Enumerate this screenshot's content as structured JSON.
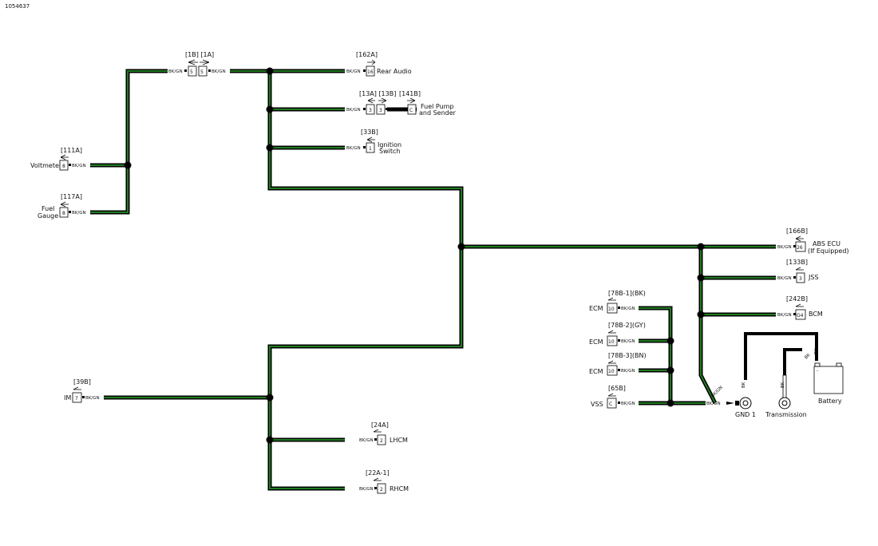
{
  "figure_id": "1054637",
  "wire_color": "BK/GN",
  "ground_wire_color": "BK",
  "colors": {
    "wire_outer": "#000000",
    "wire_inner": "#1f7a1f"
  },
  "connectors": {
    "c1b1a": {
      "ref": "[1B] [1A]",
      "pin_left": "5",
      "pin_right": "5"
    },
    "c162a": {
      "ref": "[162A]",
      "pin": "16",
      "name": "Rear Audio"
    },
    "c13": {
      "ref": "[13A] [13B]",
      "pin_left": "3",
      "pin_right": "3"
    },
    "c141b": {
      "ref": "[141B]",
      "pin": "C",
      "name_line1": "Fuel Pump",
      "name_line2": "and Sender"
    },
    "c33b": {
      "ref": "[33B]",
      "pin": "1",
      "name_line1": "Ignition",
      "name_line2": "Switch"
    },
    "c111a": {
      "ref": "[111A]",
      "pin": "8",
      "name": "Voltmeter"
    },
    "c117a": {
      "ref": "[117A]",
      "pin": "8",
      "name_line1": "Fuel",
      "name_line2": "Gauge"
    },
    "c166b": {
      "ref": "[166B]",
      "pin": "26",
      "name_line1": "ABS ECU",
      "name_line2": "(If Equipped)"
    },
    "c133b": {
      "ref": "[133B]",
      "pin": "3",
      "name": "JSS"
    },
    "c242b": {
      "ref": "[242B]",
      "pin": "G4",
      "name": "BCM"
    },
    "c78b1": {
      "ref": "[78B-1](BK)",
      "pin": "10",
      "name": "ECM"
    },
    "c78b2": {
      "ref": "[78B-2](GY)",
      "pin": "10",
      "name": "ECM"
    },
    "c78b3": {
      "ref": "[78B-3](BN)",
      "pin": "10",
      "name": "ECM"
    },
    "c65b": {
      "ref": "[65B]",
      "pin": "C",
      "name": "VSS"
    },
    "c39b": {
      "ref": "[39B]",
      "pin": "7",
      "name": "IM"
    },
    "c24a": {
      "ref": "[24A]",
      "pin": "2",
      "name": "LHCM"
    },
    "c22a1": {
      "ref": "[22A-1]",
      "pin": "2",
      "name": "RHCM"
    }
  },
  "grounds": {
    "gnd1": {
      "name": "GND 1"
    },
    "transmission": {
      "name": "Transmission"
    },
    "battery": {
      "name": "Battery",
      "terminal": "-"
    }
  }
}
